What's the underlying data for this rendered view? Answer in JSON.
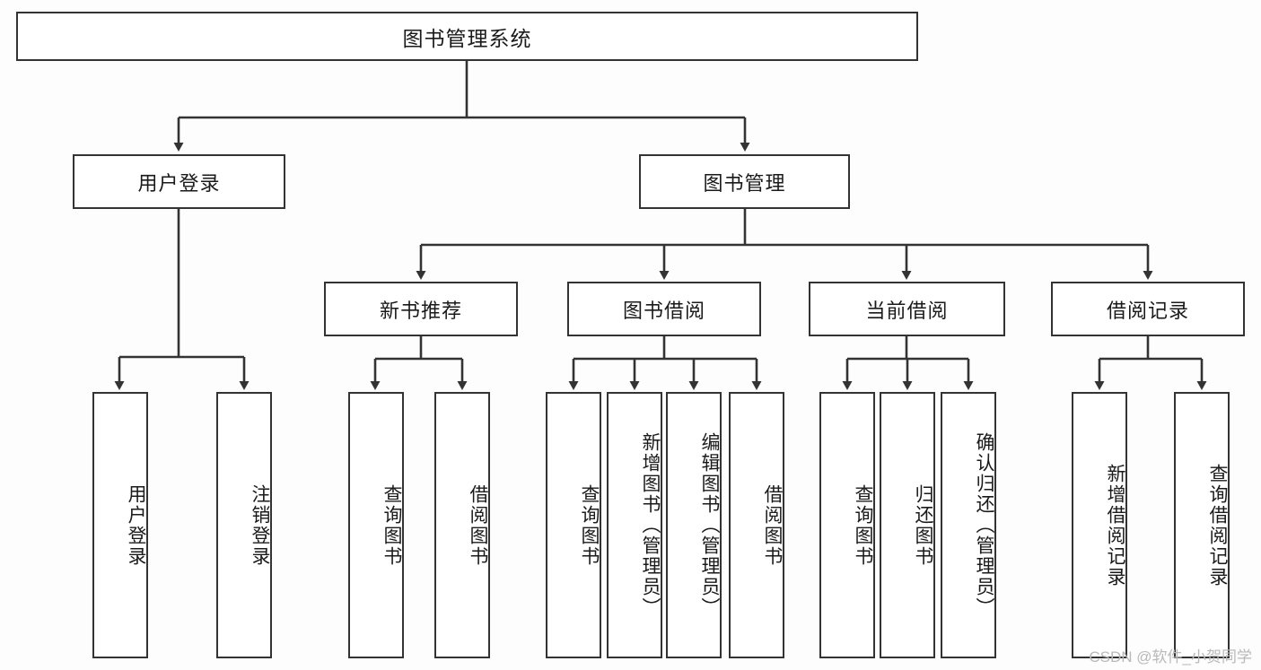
{
  "diagram": {
    "title": "图书管理系统",
    "type": "tree-hierarchy",
    "orientation": "top-down",
    "colors": {
      "line": "#333333",
      "box_border": "#333333",
      "box_fill": "#ffffff",
      "background": "#fdfdfd",
      "text": "#1a1a1a",
      "watermark": "#b9b9b9"
    }
  },
  "root": {
    "label": "图书管理系统"
  },
  "level2": [
    {
      "label": "用户登录"
    },
    {
      "label": "图书管理"
    }
  ],
  "level3": [
    {
      "label": "新书推荐"
    },
    {
      "label": "图书借阅"
    },
    {
      "label": "当前借阅"
    },
    {
      "label": "借阅记录"
    }
  ],
  "leaves": {
    "user_login": [
      {
        "label": "用户登录"
      },
      {
        "label": "注销登录"
      }
    ],
    "new_book_recommend": [
      {
        "label": "查询图书"
      },
      {
        "label": "借阅图书"
      }
    ],
    "book_borrow": [
      {
        "label": "查询图书"
      },
      {
        "label": "新增图书（管理员）"
      },
      {
        "label": "编辑图书（管理员）"
      },
      {
        "label": "借阅图书"
      }
    ],
    "current_borrow": [
      {
        "label": "查询图书"
      },
      {
        "label": "归还图书"
      },
      {
        "label": "确认归还（管理员）"
      }
    ],
    "borrow_record": [
      {
        "label": "新增借阅记录"
      },
      {
        "label": "查询借阅记录"
      }
    ]
  },
  "watermark": {
    "text": "CSDN @软件_小贺同学"
  }
}
